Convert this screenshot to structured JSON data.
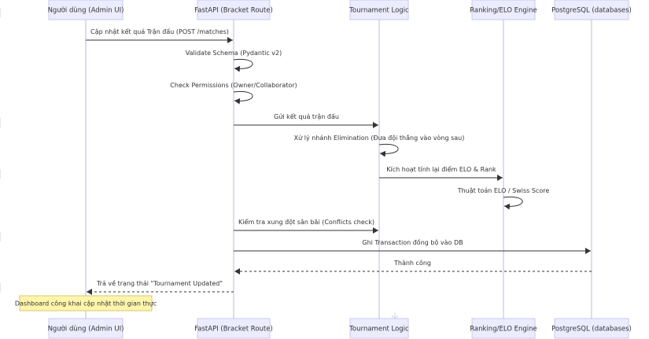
{
  "participants": [
    {
      "id": "user",
      "label": "Người dùng (Admin UI)"
    },
    {
      "id": "api",
      "label": "FastAPI (Bracket Route)"
    },
    {
      "id": "logic",
      "label": "Tournament Logic"
    },
    {
      "id": "elo",
      "label": "Ranking/ELO Engine"
    },
    {
      "id": "db",
      "label": "PostgreSQL (databases)"
    }
  ],
  "messages": [
    {
      "from": "user",
      "to": "api",
      "text": "Cập nhật kết quả Trận đấu (POST /matches)",
      "style": "solid"
    },
    {
      "from": "api",
      "to": "api",
      "text": "Validate Schema (Pydantic v2)",
      "style": "self"
    },
    {
      "from": "api",
      "to": "api",
      "text": "Check Permissions (Owner/Collaborator)",
      "style": "self"
    },
    {
      "from": "api",
      "to": "logic",
      "text": "Gửi kết quả trận đấu",
      "style": "solid"
    },
    {
      "from": "logic",
      "to": "logic",
      "text": "Xử lý nhánh Elimination (Đưa đội thắng vào vòng sau)",
      "style": "self"
    },
    {
      "from": "logic",
      "to": "elo",
      "text": "Kích hoạt tính lại điểm ELO & Rank",
      "style": "solid"
    },
    {
      "from": "elo",
      "to": "elo",
      "text": "Thuật toán ELO / Swiss Score",
      "style": "self"
    },
    {
      "from": "api",
      "to": "logic",
      "text": "Kiểm tra xung đột sân bãi (Conflicts check)",
      "style": "solid"
    },
    {
      "from": "api",
      "to": "db",
      "text": "Ghi Transaction đồng bộ vào DB",
      "style": "solid"
    },
    {
      "from": "db",
      "to": "api",
      "text": "Thành công",
      "style": "dashed"
    },
    {
      "from": "api",
      "to": "user",
      "text": "Trả về trạng thái \"Tournament Updated\"",
      "style": "dashed"
    }
  ],
  "note": {
    "over": "user",
    "text": "Dashboard công khai cập nhật thời gian thực"
  }
}
